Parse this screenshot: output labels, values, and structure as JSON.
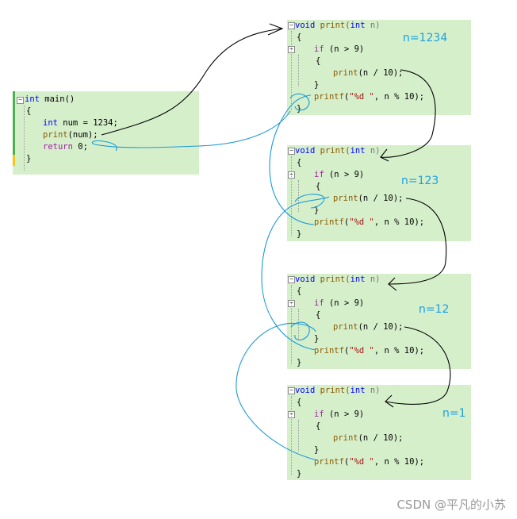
{
  "main_panel": {
    "lines": [
      {
        "t": "int",
        "sig_rest": " main()"
      },
      {
        "text": "{"
      },
      {
        "decl_kw": "int",
        "decl_rest": " num = 1234;"
      },
      {
        "call_fn": "print",
        "call_rest": "(num);"
      },
      {
        "ret_kw": "return",
        "ret_rest": " 0;"
      },
      {
        "text": "}"
      }
    ]
  },
  "print_code": {
    "sig_kw": "void",
    "sig_fn": " print(",
    "sig_kw2": "int",
    "sig_param": " n)",
    "open": "{",
    "if_kw": "if",
    "if_rest": " (n > 9)",
    "open2": "{",
    "rec_fn": "print",
    "rec_rest": "(n / 10);",
    "close2": "}",
    "printf_fn": "printf",
    "printf_open": "(",
    "printf_str": "\"%d \"",
    "printf_rest": ", n % 10);",
    "close": "}"
  },
  "labels": {
    "n1": "n=1234",
    "n2": "n=123",
    "n3": "n=12",
    "n4": "n=1"
  },
  "watermark": "CSDN @平凡的小苏",
  "colors": {
    "panel_bg": "#d6efcb",
    "keyword": "#0000ff",
    "control": "#a020a0",
    "string": "#a31515",
    "call_arrow": "#000000",
    "return_arrow": "#1a9ad6"
  }
}
